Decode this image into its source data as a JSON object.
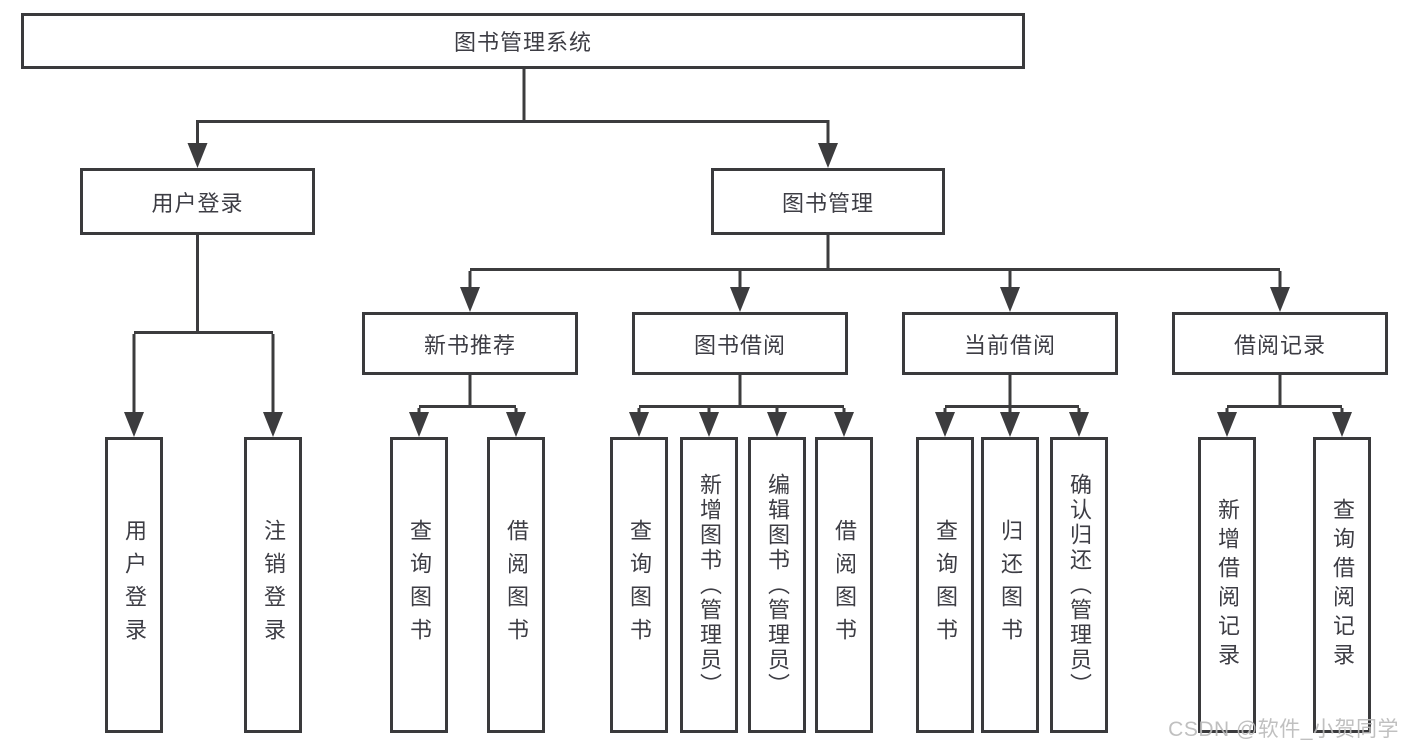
{
  "nodes": {
    "root": {
      "label": "图书管理系统"
    },
    "user_login": {
      "label": "用户登录",
      "children": [
        {
          "label": "用户登录"
        },
        {
          "label": "注销登录"
        }
      ]
    },
    "book_management": {
      "label": "图书管理",
      "children": [
        {
          "label": "新书推荐",
          "children": [
            {
              "label": "查询图书"
            },
            {
              "label": "借阅图书"
            }
          ]
        },
        {
          "label": "图书借阅",
          "children": [
            {
              "label": "查询图书"
            },
            {
              "label": "新增图书（管理员）"
            },
            {
              "label": "编辑图书（管理员）"
            },
            {
              "label": "借阅图书"
            }
          ]
        },
        {
          "label": "当前借阅",
          "children": [
            {
              "label": "查询图书"
            },
            {
              "label": "归还图书"
            },
            {
              "label": "确认归还（管理员）"
            }
          ]
        },
        {
          "label": "借阅记录",
          "children": [
            {
              "label": "新增借阅记录"
            },
            {
              "label": "查询借阅记录"
            }
          ]
        }
      ]
    }
  },
  "watermark": {
    "text": "CSDN @软件_小贺同学"
  },
  "colors": {
    "line": "#3c3c3e",
    "box_border": "#3a3a3c",
    "text": "#3d3d44",
    "watermark": "#bbbbbb",
    "background": "#ffffff"
  }
}
